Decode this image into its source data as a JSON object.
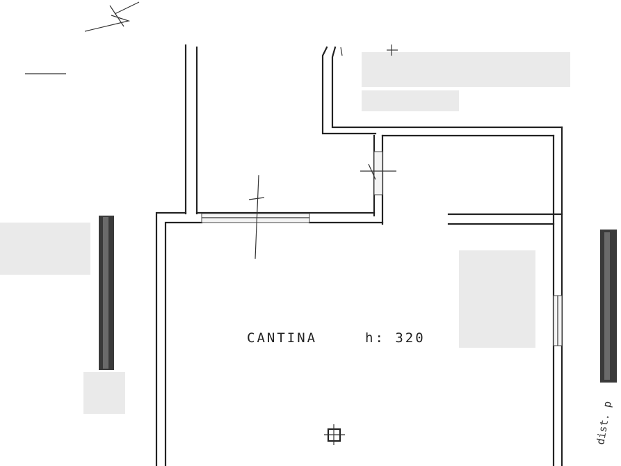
{
  "room": {
    "name": "CANTINA",
    "height_label": "h: 320"
  },
  "side_note": "dist. p",
  "colors": {
    "ink": "#222222",
    "paper": "#ffffff",
    "redaction": "#d9d9d9"
  }
}
